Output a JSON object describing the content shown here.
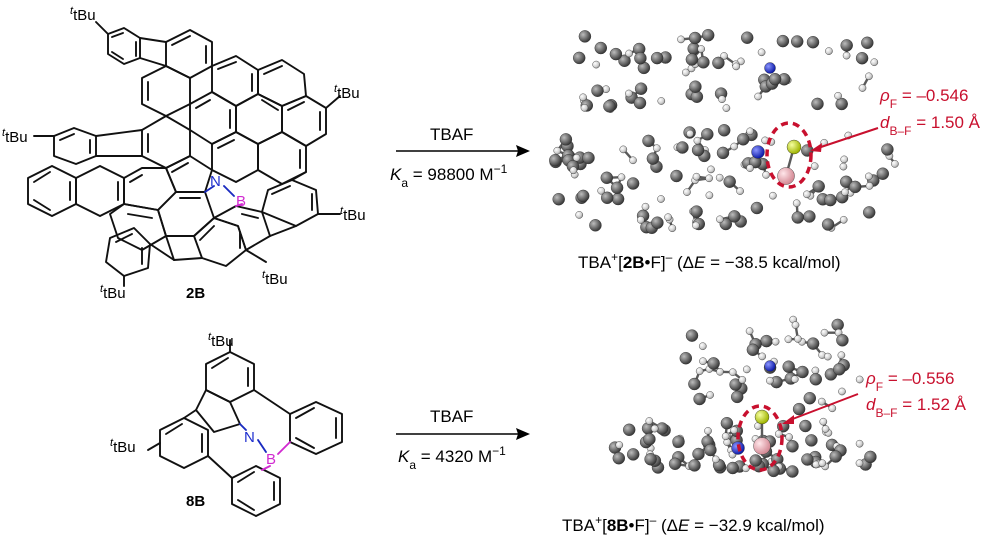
{
  "colors": {
    "nitrogen": "#1f2fcf",
    "boron": "#d12ad0",
    "annotation_red": "#c8102e",
    "carbon_atom": "#7a7a7a",
    "hydrogen_atom": "#d9d9d9",
    "fluorine_atom": "#c6e000",
    "boron_atom": "#f2b5bd"
  },
  "top": {
    "compound_label": "2B",
    "substituents": {
      "tBu_left_top": "tBu",
      "tBu_right_top": "tBu",
      "tBu_left_mid": "tBu",
      "tBu_right_mid": "tBu",
      "tBu_bottom_left": "tBu",
      "tBu_bottom_right": "tBu"
    },
    "atoms": {
      "n": "N",
      "b": "B"
    },
    "reagent": "TBAF",
    "ka_symbol": "K",
    "ka_sub": "a",
    "ka_value": " = 98800 M",
    "ka_exp": "−1",
    "rho_symbol": "ρ",
    "rho_sub": "F",
    "rho_value": " = –0.546",
    "d_symbol": "d",
    "d_sub": "B–F",
    "d_value": " = 1.50 Å",
    "caption": {
      "prefix": "TBA",
      "prefix_sup": "+",
      "open": "[",
      "bold": "2B",
      "mid": "•F]",
      "sup": "–",
      "delta_open": " (Δ",
      "delta_var": "E",
      "delta_value": " = −38.5 kcal/mol)"
    }
  },
  "bottom": {
    "compound_label": "8B",
    "substituents": {
      "tBu_top": "tBu",
      "tBu_left": "tBu"
    },
    "atoms": {
      "n": "N",
      "b": "B"
    },
    "reagent": "TBAF",
    "ka_symbol": "K",
    "ka_sub": "a",
    "ka_value": " = 4320 M",
    "ka_exp": "−1",
    "rho_symbol": "ρ",
    "rho_sub": "F",
    "rho_value": " = –0.556",
    "d_symbol": "d",
    "d_sub": "B–F",
    "d_value": " = 1.52 Å",
    "caption": {
      "prefix": "TBA",
      "prefix_sup": "+",
      "open": "[",
      "bold": "8B",
      "mid": "•F]",
      "sup": "–",
      "delta_open": " (Δ",
      "delta_var": "E",
      "delta_value": " = −32.9 kcal/mol)"
    }
  }
}
